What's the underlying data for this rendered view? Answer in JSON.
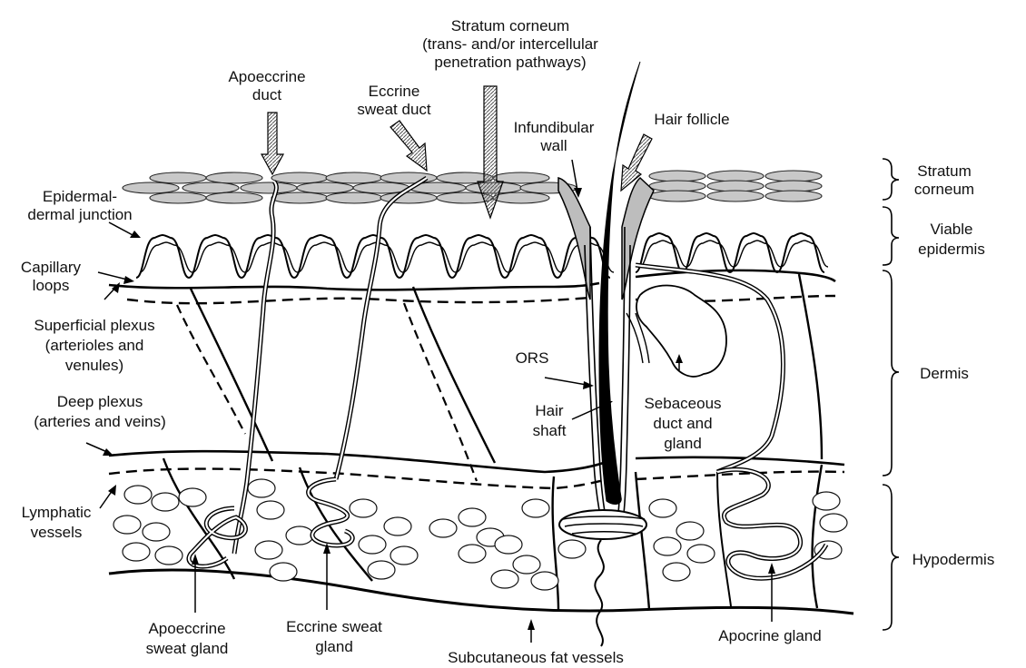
{
  "labels": {
    "stratum_corneum_top_1": "Stratum corneum",
    "stratum_corneum_top_2": "(trans- and/or intercellular",
    "stratum_corneum_top_3": "penetration pathways)",
    "apoeccrine_duct_1": "Apoeccrine",
    "apoeccrine_duct_2": "duct",
    "eccrine_duct_1": "Eccrine",
    "eccrine_duct_2": "sweat duct",
    "infundibular_1": "Infundibular",
    "infundibular_2": "wall",
    "hair_follicle": "Hair follicle",
    "epidermal_1": "Epidermal-",
    "epidermal_2": "dermal junction",
    "capillary_1": "Capillary",
    "capillary_2": "loops",
    "superficial_1": "Superficial plexus",
    "superficial_2": "(arterioles and",
    "superficial_3": "venules)",
    "deep_1": "Deep plexus",
    "deep_2": "(arteries and veins)",
    "lymphatic_1": "Lymphatic",
    "lymphatic_2": "vessels",
    "ors": "ORS",
    "hair_shaft_1": "Hair",
    "hair_shaft_2": "shaft",
    "sebaceous_1": "Sebaceous",
    "sebaceous_2": "duct and",
    "sebaceous_3": "gland",
    "apo_gland_1": "Apoeccrine",
    "apo_gland_2": "sweat gland",
    "ecc_gland_1": "Eccrine sweat",
    "ecc_gland_2": "gland",
    "subcut": "Subcutaneous fat vessels",
    "apocrine": "Apocrine gland"
  },
  "layers": {
    "stratum_corneum_1": "Stratum",
    "stratum_corneum_2": "corneum",
    "viable_1": "Viable",
    "viable_2": "epidermis",
    "dermis": "Dermis",
    "hypodermis": "Hypodermis"
  },
  "colors": {
    "ink": "#000000",
    "cell_fill": "#c8c8c8",
    "background": "#ffffff"
  }
}
